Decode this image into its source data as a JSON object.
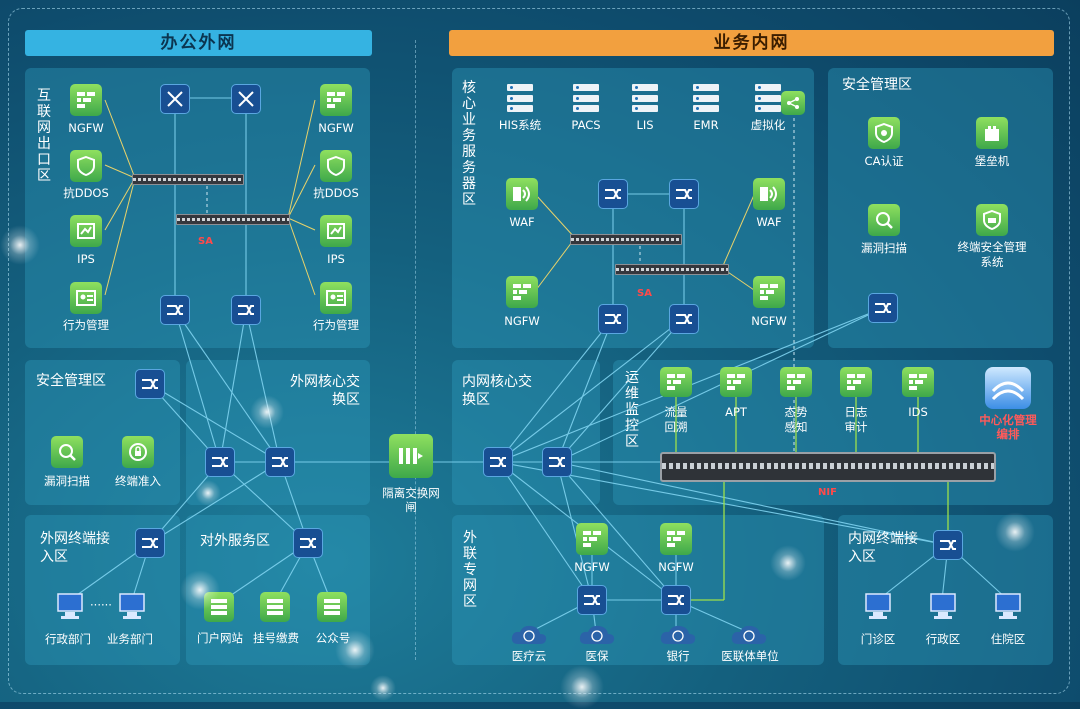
{
  "banners": {
    "office": "办公外网",
    "business": "业务内网"
  },
  "office": {
    "internet_exit": {
      "title": "互联网出口区",
      "left": [
        "NGFW",
        "抗DDOS",
        "IPS",
        "行为管理"
      ],
      "right": [
        "NGFW",
        "抗DDOS",
        "IPS",
        "行为管理"
      ],
      "sa": "SA"
    },
    "security": {
      "title": "安全管理区",
      "items": [
        "漏洞扫描",
        "终端准入"
      ]
    },
    "core": {
      "title": "外网核心交换区"
    },
    "terminal": {
      "title": "外网终端接入区",
      "items": [
        "行政部门",
        "业务部门"
      ],
      "dots": "······"
    },
    "external_service": {
      "title": "对外服务区",
      "items": [
        "门户网站",
        "挂号缴费",
        "公众号"
      ]
    }
  },
  "gateway": {
    "label": "隔离交换网闸"
  },
  "business": {
    "core_services": {
      "title": "核心业务服务器区",
      "servers": [
        "HIS系统",
        "PACS",
        "LIS",
        "EMR",
        "虚拟化"
      ],
      "left": [
        "WAF",
        "NGFW"
      ],
      "right": [
        "WAF",
        "NGFW"
      ],
      "sa": "SA"
    },
    "security": {
      "title": "安全管理区",
      "items": [
        "CA认证",
        "堡垒机",
        "漏洞扫描",
        "终端安全管理系统"
      ]
    },
    "core": {
      "title": "内网核心交换区"
    },
    "ops": {
      "title": "运维监控区",
      "items": [
        "流量回溯",
        "APT",
        "态势感知",
        "日志审计",
        "IDS"
      ],
      "center": "中心化管理编排",
      "nif": "NIF"
    },
    "external": {
      "title": "外联专网区",
      "fw": [
        "NGFW",
        "NGFW"
      ],
      "clouds": [
        "医疗云",
        "医保",
        "银行",
        "医联体单位"
      ]
    },
    "terminal": {
      "title": "内网终端接入区",
      "items": [
        "门诊区",
        "行政区",
        "住院区"
      ]
    }
  }
}
